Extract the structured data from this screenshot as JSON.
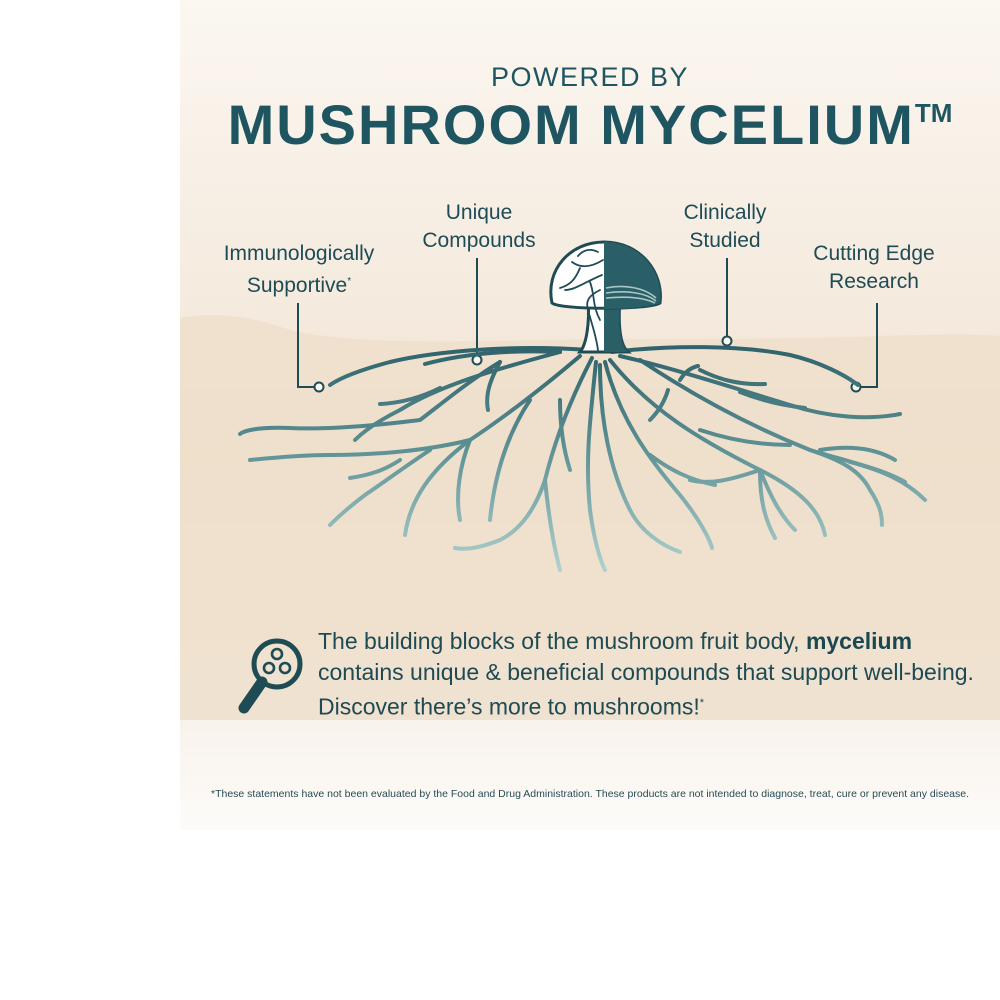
{
  "header": {
    "eyebrow": "POWERED BY",
    "title": "MUSHROOM MYCELIUM",
    "trademark": "TM"
  },
  "labels": {
    "immuno_line1": "Immunologically",
    "immuno_line2": "Supportive",
    "immuno_mark": "*",
    "unique_line1": "Unique",
    "unique_line2": "Compounds",
    "clinical_line1": "Clinically",
    "clinical_line2": "Studied",
    "research_line1": "Cutting Edge",
    "research_line2": "Research"
  },
  "description": {
    "part1": "The building blocks of the mushroom fruit body, ",
    "emphasis": "mycelium",
    "part2": " contains unique & beneficial compounds that support well-being. Discover there’s more to mushrooms!",
    "mark": "*"
  },
  "disclaimer": "*These statements have not been evaluated by the Food and Drug Administration. These products are not intended to diagnose, treat, cure or prevent any disease.",
  "icons": {
    "description_icon": "magnifier-molecule-icon",
    "mushroom": "mushroom-icon"
  },
  "colors": {
    "primary": "#1f5560",
    "root_dark": "#2c5f68",
    "root_light": "#a9cdcb",
    "background": "#f5ebdf"
  }
}
